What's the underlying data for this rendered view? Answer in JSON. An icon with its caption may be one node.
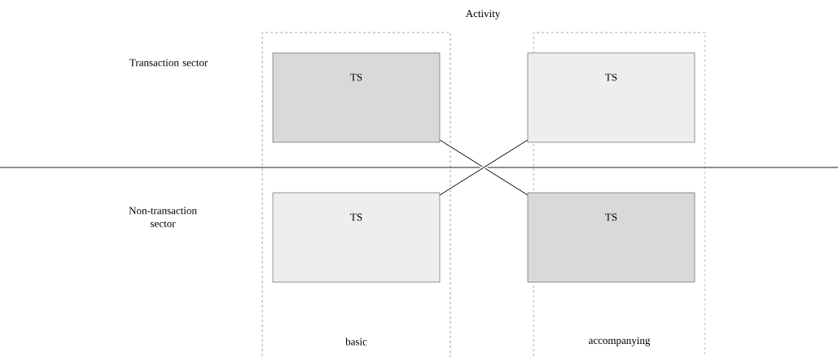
{
  "diagram": {
    "title": "Activity",
    "nodes": [
      {
        "text": [
          "basic"
        ]
      },
      {
        "text": [
          "TS"
        ],
        "in": 0
      },
      {
        "text": [
          "TS"
        ],
        "in": 0
      },
      {
        "text": [
          "accompanying"
        ]
      },
      {
        "text": [
          "TS"
        ],
        "in": 3
      },
      {
        "text": [
          "TS"
        ],
        "in": 3
      }
    ],
    "edges": [
      {
        "from": 1,
        "to": 5,
        "arrow": "none"
      },
      {
        "from": 2,
        "to": 4,
        "arrow": "none"
      }
    ],
    "labels": [
      "Transaction sector",
      "Non-transaction sector"
    ]
  }
}
